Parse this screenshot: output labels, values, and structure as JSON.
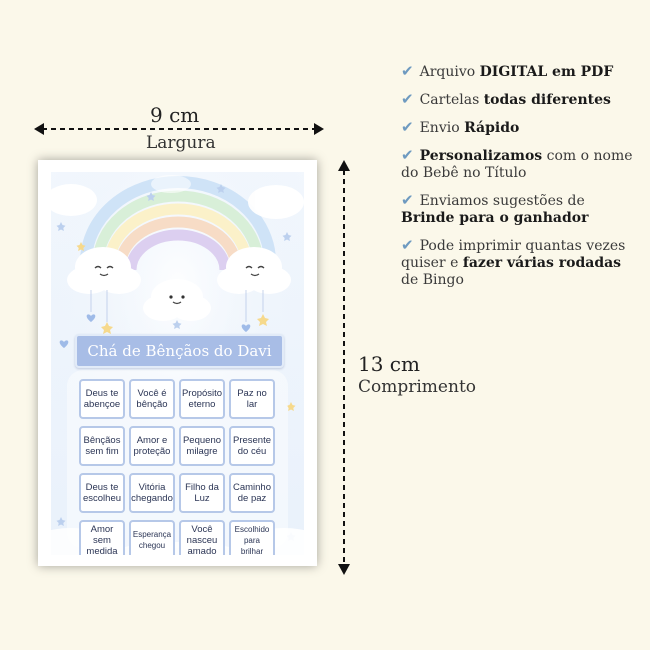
{
  "dimensions": {
    "width_value": "9 cm",
    "width_label": "Largura",
    "height_value": "13 cm",
    "height_label": "Comprimento"
  },
  "card": {
    "title": "Chá de Bênçãos do Davi",
    "cells": [
      "Deus te abençoe",
      "Você é bênção",
      "Propósito eterno",
      "Paz no lar",
      "Bênçãos sem fim",
      "Amor e proteção",
      "Pequeno milagre",
      "Presente do céu",
      "Deus te escolheu",
      "Vitória chegando",
      "Filho da Luz",
      "Caminho de paz",
      "Amor sem medida",
      "Esperança chegou",
      "Você nasceu amado",
      "Escolhido para brilhar"
    ]
  },
  "features": [
    {
      "icon": "check-icon",
      "check": "✔",
      "pre": "Arquivo ",
      "bold": "DIGITAL em PDF",
      "post": "",
      "bold2": "",
      "post2": ""
    },
    {
      "icon": "check-icon",
      "check": "✔",
      "pre": "Cartelas ",
      "bold": "todas diferentes",
      "post": "",
      "bold2": "",
      "post2": ""
    },
    {
      "icon": "check-icon",
      "check": "✔",
      "pre": "Envio ",
      "bold": "Rápido",
      "post": "",
      "bold2": "",
      "post2": ""
    },
    {
      "icon": "check-icon",
      "check": "✔",
      "pre": "",
      "bold": "Personalizamos",
      "post": " com o nome do Bebê no Título",
      "bold2": "",
      "post2": ""
    },
    {
      "icon": "check-icon",
      "check": "✔",
      "pre": "Enviamos sugestões de ",
      "bold": "Brinde para o ganhador",
      "post": "",
      "bold2": "",
      "post2": ""
    },
    {
      "icon": "check-icon",
      "check": "✔",
      "pre": "Pode imprimir quantas vezes quiser e ",
      "bold": "fazer várias rodadas",
      "post": " de Bingo",
      "bold2": "",
      "post2": ""
    }
  ],
  "colors": {
    "background": "#fbf8ea",
    "banner": "#a8bde6",
    "cell_border": "#b6c8e8",
    "check": "#6e9ac0"
  }
}
